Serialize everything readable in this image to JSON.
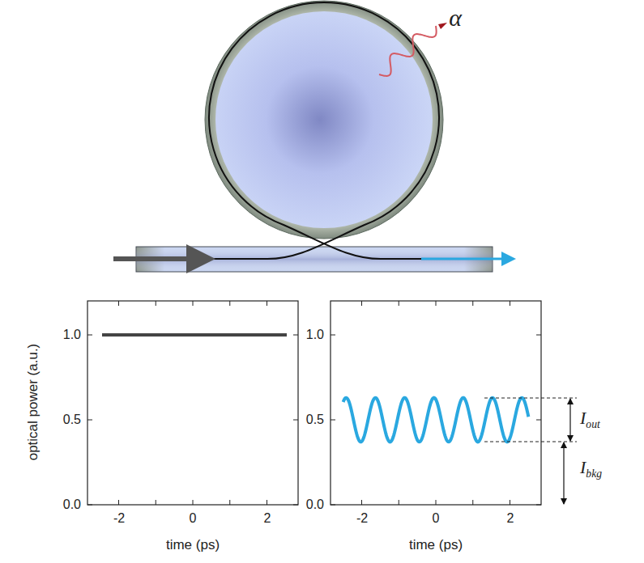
{
  "diagram": {
    "labels": [
      "α",
      "optical power (a.u.)",
      "1.0",
      "0.5",
      "0.0",
      "-2",
      "0",
      "2",
      "time (ps)",
      "1.0",
      "0.5",
      "0.0",
      "-2",
      "0",
      "2",
      "time (ps)",
      "Iout",
      "Ibkg"
    ]
  }
}
